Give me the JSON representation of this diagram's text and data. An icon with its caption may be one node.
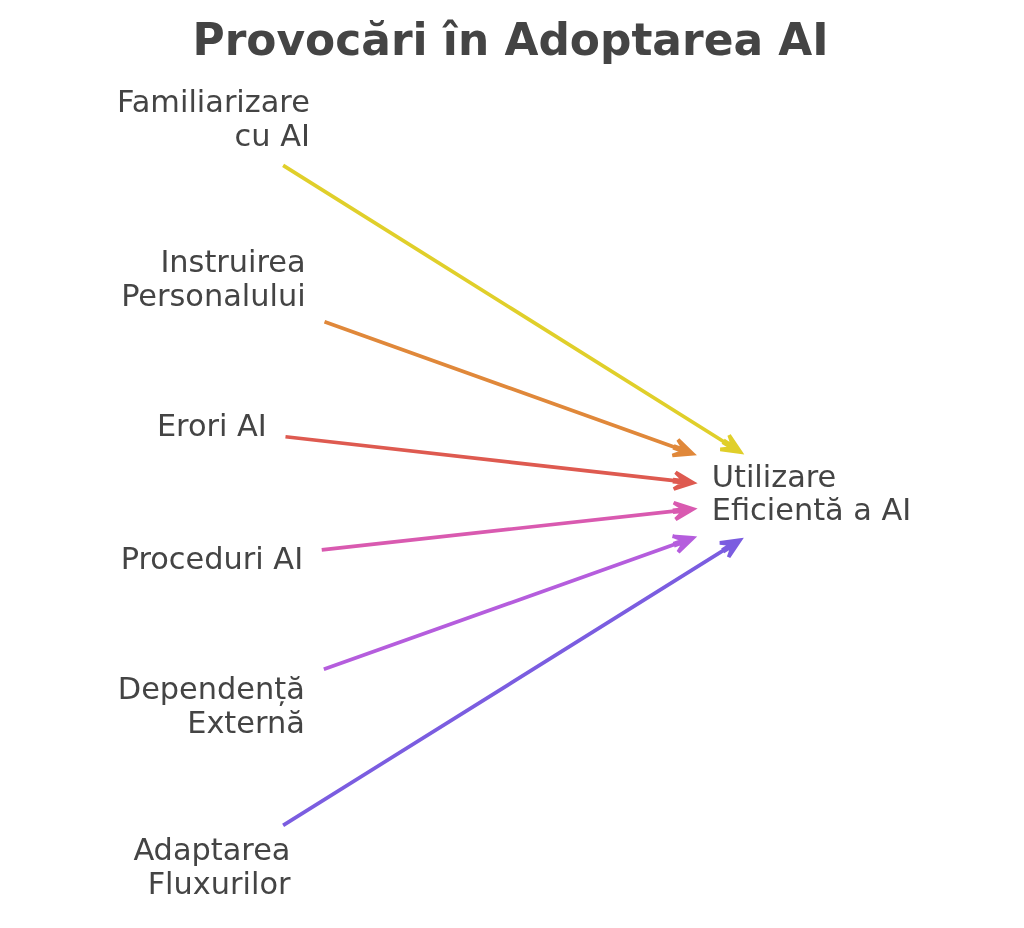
{
  "diagram": {
    "title": "Provocări în Adoptarea AI",
    "nodes": [
      {
        "text": [
          "Familiarizare cu AI"
        ]
      },
      {
        "text": [
          "Instruirea Personalului"
        ]
      },
      {
        "text": [
          "Erori AI"
        ]
      },
      {
        "text": [
          "Proceduri AI"
        ]
      },
      {
        "text": [
          "Dependență Externă"
        ]
      },
      {
        "text": [
          "Adaptarea Fluxurilor"
        ]
      },
      {
        "text": [
          "Utilizare Eficientă a AI"
        ]
      }
    ],
    "edges": [
      {
        "from": 0,
        "to": 6,
        "arrow": "to",
        "color": "#e0cf2a"
      },
      {
        "from": 1,
        "to": 6,
        "arrow": "to",
        "color": "#e0883a"
      },
      {
        "from": 2,
        "to": 6,
        "arrow": "to",
        "color": "#de5a50"
      },
      {
        "from": 3,
        "to": 6,
        "arrow": "to",
        "color": "#d95ab0"
      },
      {
        "from": 4,
        "to": 6,
        "arrow": "to",
        "color": "#b55ddd"
      },
      {
        "from": 5,
        "to": 6,
        "arrow": "to",
        "color": "#7b5de0"
      }
    ]
  }
}
